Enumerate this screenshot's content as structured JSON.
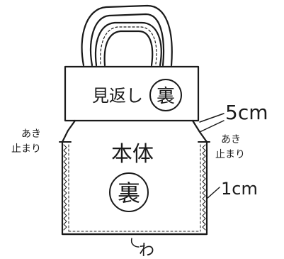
{
  "facing_label": "見返し",
  "facing_side_mark": "裏",
  "body_label": "本体",
  "body_side_mark": "裏",
  "left_stop_line1": "あき",
  "left_stop_line2": "止まり",
  "right_stop_line1": "あき",
  "right_stop_line2": "止まり",
  "measure_top": "5cm",
  "measure_side": "1cm",
  "fold_label": "わ",
  "line_color": "#1a1a1a"
}
